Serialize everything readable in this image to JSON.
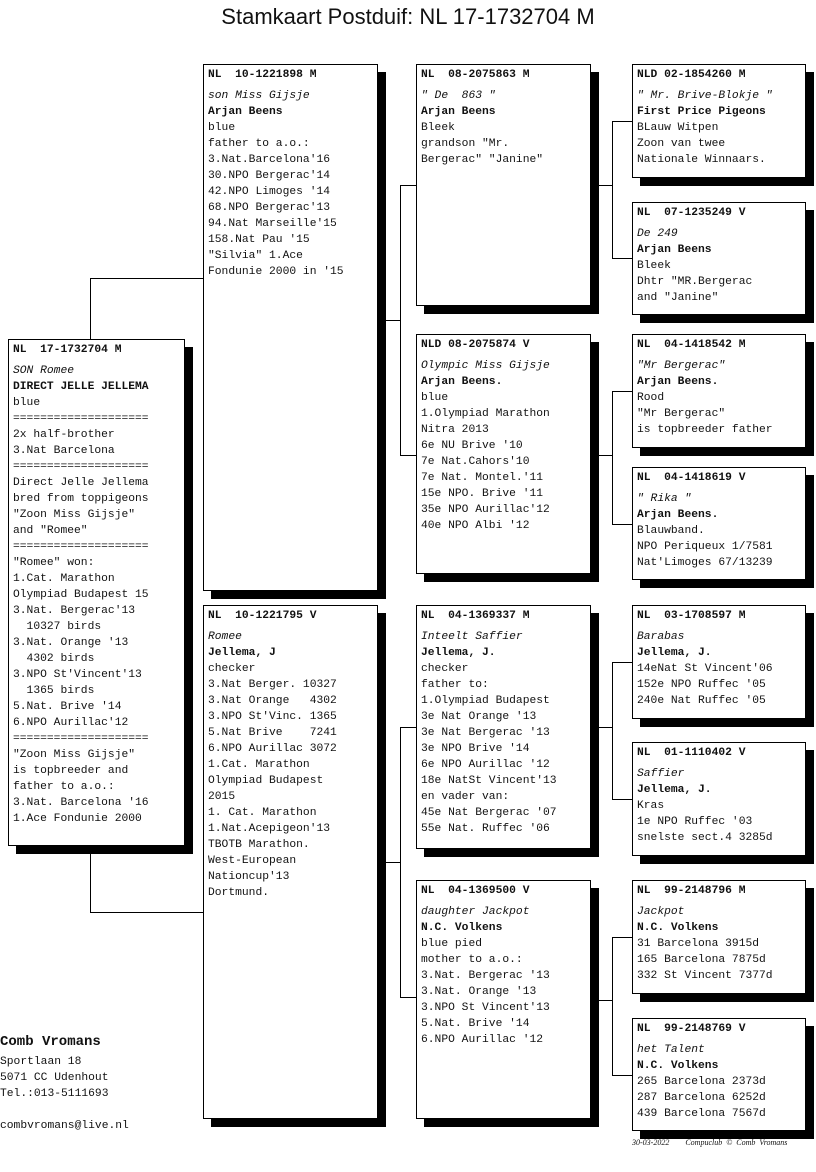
{
  "title": "Stamkaart Postduif: NL  17-1732704 M",
  "pedigree": [
    {
      "ring": "NL  17-1732704 M",
      "name": "SON Romee",
      "owner": "DIRECT JELLE JELLEMA",
      "lines": [
        "blue",
        "====================",
        "2x half-brother",
        "3.Nat Barcelona",
        "====================",
        "Direct Jelle Jellema",
        "bred from toppigeons",
        "\"Zoon Miss Gijsje\"",
        "and \"Romee\"",
        "====================",
        "\"Romee\" won:",
        "1.Cat. Marathon",
        "Olympiad Budapest 15",
        "3.Nat. Bergerac'13",
        "  10327 birds",
        "3.Nat. Orange '13",
        "  4302 birds",
        "3.NPO St'Vincent'13",
        "  1365 birds",
        "5.Nat. Brive '14",
        "6.NPO Aurillac'12",
        "====================",
        "\"Zoon Miss Gijsje\"",
        "is topbreeder and",
        "father to a.o.:",
        "3.Nat. Barcelona '16",
        "1.Ace Fondunie 2000"
      ]
    },
    {
      "ring": "NL  10-1221898 M",
      "name": "son Miss Gijsje",
      "owner": "Arjan Beens",
      "lines": [
        "blue",
        "father to a.o.:",
        "3.Nat.Barcelona'16",
        "30.NPO Bergerac'14",
        "42.NPO Limoges '14",
        "68.NPO Bergerac'13",
        "94.Nat Marseille'15",
        "158.Nat Pau '15",
        "\"Silvia\" 1.Ace",
        "Fondunie 2000 in '15"
      ]
    },
    {
      "ring": "NL  10-1221795 V",
      "name": "Romee",
      "owner": "Jellema, J",
      "lines": [
        "checker",
        "3.Nat Berger. 10327",
        "3.Nat Orange   4302",
        "3.NPO St'Vinc. 1365",
        "5.Nat Brive    7241",
        "6.NPO Aurillac 3072",
        "1.Cat. Marathon",
        "Olympiad Budapest",
        "2015",
        "1. Cat. Marathon",
        "1.Nat.Acepigeon'13",
        "TBOTB Marathon.",
        "West-European",
        "Nationcup'13",
        "Dortmund."
      ]
    },
    {
      "ring": "NL  08-2075863 M",
      "name": "\" De  863 \"",
      "owner": "Arjan Beens",
      "lines": [
        "Bleek",
        "grandson \"Mr.",
        "Bergerac\" \"Janine\""
      ]
    },
    {
      "ring": "NLD 08-2075874 V",
      "name": "Olympic Miss Gijsje",
      "owner": "Arjan Beens.",
      "lines": [
        "blue",
        "1.Olympiad Marathon",
        "Nitra 2013",
        "6e NU Brive '10",
        "7e Nat.Cahors'10",
        "7e Nat. Montel.'11",
        "15e NPO. Brive '11",
        "35e NPO Aurillac'12",
        "40e NPO Albi '12"
      ]
    },
    {
      "ring": "NL  04-1369337 M",
      "name": "Inteelt Saffier",
      "owner": "Jellema, J.",
      "lines": [
        "checker",
        "father to:",
        "1.Olympiad Budapest",
        "3e Nat Orange '13",
        "3e Nat Bergerac '13",
        "3e NPO Brive '14",
        "6e NPO Aurillac '12",
        "18e NatSt Vincent'13",
        "en vader van:",
        "45e Nat Bergerac '07",
        "55e Nat. Ruffec '06"
      ]
    },
    {
      "ring": "NL  04-1369500 V",
      "name": "daughter Jackpot",
      "owner": "N.C. Volkens",
      "lines": [
        "blue pied",
        "mother to a.o.:",
        "3.Nat. Bergerac '13",
        "3.Nat. Orange '13",
        "3.NPO St Vincent'13",
        "5.Nat. Brive '14",
        "6.NPO Aurillac '12"
      ]
    },
    {
      "ring": "NLD 02-1854260 M",
      "name": "\" Mr. Brive-Blokje \"",
      "owner": "First Price Pigeons",
      "lines": [
        "BLauw Witpen",
        "Zoon van twee",
        "Nationale Winnaars."
      ]
    },
    {
      "ring": "NL  07-1235249 V",
      "name": "De 249",
      "owner": "Arjan Beens",
      "lines": [
        "Bleek",
        "Dhtr \"MR.Bergerac",
        "and \"Janine\""
      ]
    },
    {
      "ring": "NL  04-1418542 M",
      "name": "\"Mr Bergerac\"",
      "owner": "Arjan Beens.",
      "lines": [
        "Rood",
        "\"Mr Bergerac\"",
        "is topbreeder father"
      ]
    },
    {
      "ring": "NL  04-1418619 V",
      "name": "\" Rika \"",
      "owner": "Arjan Beens.",
      "lines": [
        "Blauwband.",
        "NPO Periqueux 1/7581",
        "Nat'Limoges 67/13239"
      ]
    },
    {
      "ring": "NL  03-1708597 M",
      "name": "Barabas",
      "owner": "Jellema, J.",
      "lines": [
        "14eNat St Vincent'06",
        "152e NPO Ruffec '05",
        "240e Nat Ruffec '05"
      ]
    },
    {
      "ring": "NL  01-1110402 V",
      "name": "Saffier",
      "owner": "Jellema, J.",
      "lines": [
        "Kras",
        "1e NPO Ruffec '03",
        "snelste sect.4 3285d"
      ]
    },
    {
      "ring": "NL  99-2148796 M",
      "name": "Jackpot",
      "owner": "N.C. Volkens",
      "lines": [
        "31 Barcelona 3915d",
        "165 Barcelona 7875d",
        "332 St Vincent 7377d"
      ]
    },
    {
      "ring": "NL  99-2148769 V",
      "name": "het Talent",
      "owner": "N.C. Volkens",
      "lines": [
        "265 Barcelona 2373d",
        "287 Barcelona 6252d",
        "439 Barcelona 7567d"
      ]
    }
  ],
  "owner": {
    "name": "Comb Vromans",
    "street": "Sportlaan 18",
    "city": "5071 CC  Udenhout",
    "phone": "Tel.:013-5111693",
    "email": "combvromans@live.nl"
  },
  "footer": {
    "date": "30-03-2022",
    "credit": "Compuclub © Comb Vromans"
  }
}
